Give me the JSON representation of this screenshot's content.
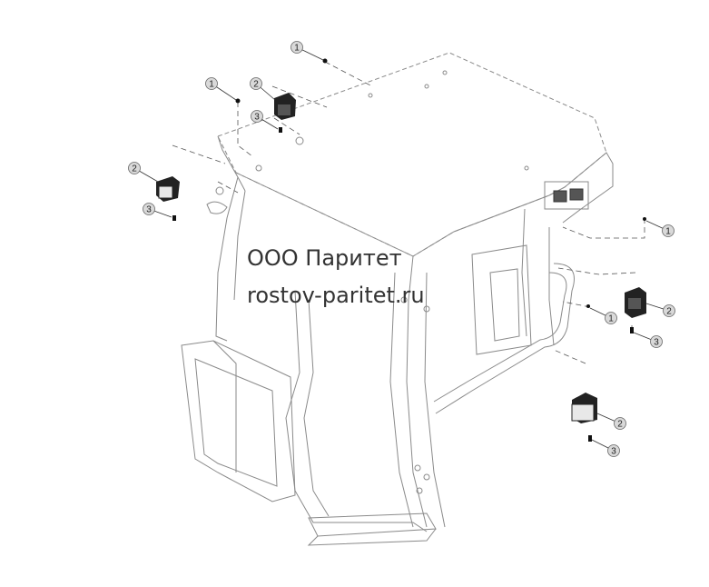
{
  "watermark": {
    "company": "ООО Паритет",
    "site": "rostov-paritet.ru"
  },
  "callouts": [
    {
      "id": "c1a",
      "label": "1"
    },
    {
      "id": "c1b",
      "label": "1"
    },
    {
      "id": "c2a",
      "label": "2"
    },
    {
      "id": "c3a",
      "label": "3"
    },
    {
      "id": "c2b",
      "label": "2"
    },
    {
      "id": "c3b",
      "label": "3"
    },
    {
      "id": "c1c",
      "label": "1"
    },
    {
      "id": "c1d",
      "label": "1"
    },
    {
      "id": "c2c",
      "label": "2"
    },
    {
      "id": "c3c",
      "label": "3"
    },
    {
      "id": "c2d",
      "label": "2"
    },
    {
      "id": "c3d",
      "label": "3"
    }
  ],
  "colors": {
    "line": "#6a6a6a",
    "part": "#1a1a1a",
    "callout_fill": "#d9d9d9"
  }
}
